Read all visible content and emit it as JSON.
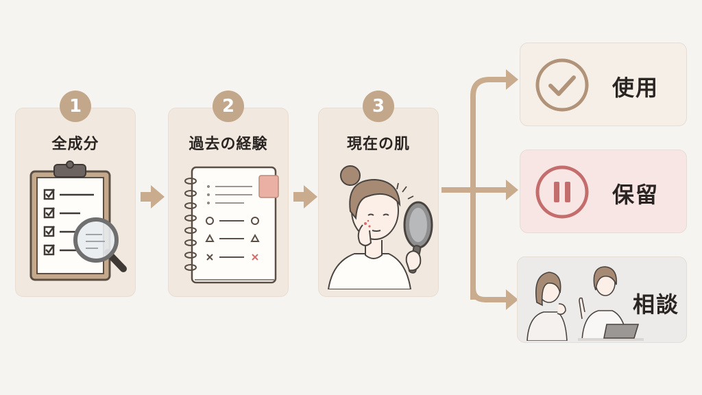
{
  "steps": [
    {
      "number": "1",
      "label": "全成分",
      "icon": "clipboard-checklist-magnifier-icon"
    },
    {
      "number": "2",
      "label": "過去の経験",
      "icon": "notebook-record-icon"
    },
    {
      "number": "3",
      "label": "現在の肌",
      "icon": "woman-with-mirror-icon"
    }
  ],
  "outcomes": [
    {
      "label": "使用",
      "icon": "check-circle-icon",
      "color": "#b09379"
    },
    {
      "label": "保留",
      "icon": "pause-circle-icon",
      "color": "#c46d6d"
    },
    {
      "label": "相談",
      "icon": "consultation-illustration",
      "color": "#8a8580"
    }
  ],
  "colors": {
    "background": "#f6f4f1",
    "card": "#f1e9df",
    "accent": "#c2a78a",
    "use_card": "#f5efe7",
    "hold_card": "#f7e6e4",
    "consult_card": "#ecebea"
  }
}
